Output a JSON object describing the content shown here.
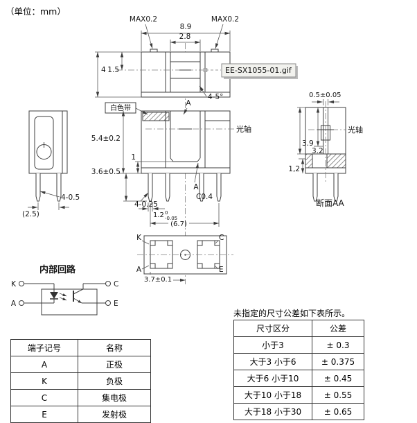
{
  "unit_note": "（单位：mm）",
  "top_view": {
    "max_left": "MAX0.2",
    "max_right": "MAX0.2",
    "dim_overall_width": "8.9",
    "dim_slot_width": "2.8",
    "dim_depth": "4",
    "dim_axis_offset": "1.5",
    "callout_filename": "EE-SX1055-01.gif",
    "slot_draft_angle": "4-5°"
  },
  "side_view": {
    "dim_lead": "4-0.5",
    "dim_pitch": "(2.5)"
  },
  "front_view": {
    "white_band_label": "白色带",
    "optical_axis_label": "光轴",
    "dim_height": "5.4±0.2",
    "dim_slot_to_bottom": "1",
    "dim_lead_length": "3.6±0.5",
    "section_mark_top": "A",
    "section_mark_bottom": "A",
    "chamfer": "C0.4",
    "dim_leads": "4-0.25",
    "dim_lead_width": "1.2",
    "lead_width_tol_upper": "0",
    "lead_width_tol_lower": "-0.05",
    "dim_outer_pitch": "(6.7)"
  },
  "section_view": {
    "dim_slot": "0.5±0.05",
    "optical_axis_label": "光轴",
    "dim_depth_1": "3.9",
    "dim_depth_2": "3.2",
    "dim_bottom": "1,2",
    "caption": "断面AA"
  },
  "bottom_view": {
    "pin_k": "K",
    "pin_c": "C",
    "pin_a": "A",
    "pin_e": "E",
    "dim_center_offset": "3.7±0.1"
  },
  "circuit": {
    "title": "内部回路",
    "pin_k": "K",
    "pin_c": "C",
    "pin_a": "A",
    "pin_e": "E"
  },
  "terminal_table": {
    "col_symbol": "端子记号",
    "col_name": "名称",
    "rows": [
      {
        "symbol": "A",
        "name": "正极"
      },
      {
        "symbol": "K",
        "name": "负极"
      },
      {
        "symbol": "C",
        "name": "集电极"
      },
      {
        "symbol": "E",
        "name": "发射极"
      }
    ]
  },
  "tolerance_note": "未指定的尺寸公差如下表所示。",
  "tolerance_table": {
    "col_range": "尺寸区分",
    "col_tolerance": "公差",
    "rows": [
      {
        "range": "小于3",
        "tolerance": "± 0.3"
      },
      {
        "range": "大于3 小于6",
        "tolerance": "± 0.375"
      },
      {
        "range": "大于6 小于10",
        "tolerance": "± 0.45"
      },
      {
        "range": "大于10 小于18",
        "tolerance": "± 0.55"
      },
      {
        "range": "大于18 小于30",
        "tolerance": "± 0.65"
      }
    ]
  }
}
